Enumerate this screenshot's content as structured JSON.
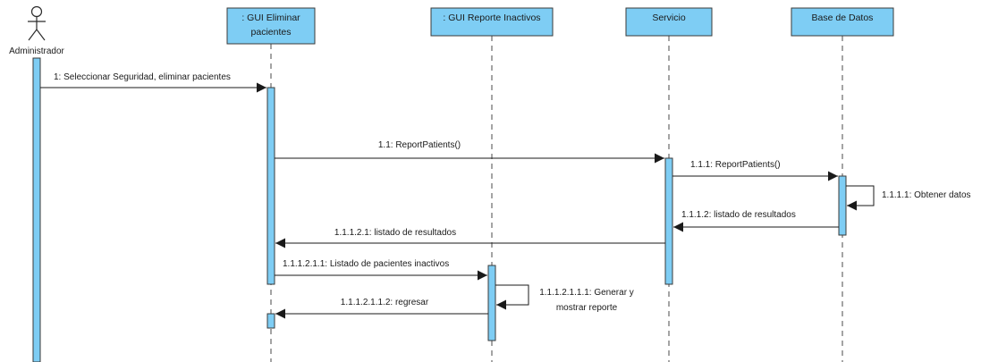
{
  "actor": {
    "name": "Administrador"
  },
  "lifelines": [
    {
      "id": "gui-eliminar",
      "lines": [
        ": GUI Eliminar",
        "pacientes"
      ]
    },
    {
      "id": "gui-reporte",
      "lines": [
        ": GUI Reporte Inactivos"
      ]
    },
    {
      "id": "servicio",
      "lines": [
        "Servicio"
      ]
    },
    {
      "id": "base-datos",
      "lines": [
        "Base de Datos"
      ]
    }
  ],
  "messages": [
    {
      "id": "m1",
      "label": "1: Seleccionar Seguridad, eliminar pacientes",
      "type": "sync"
    },
    {
      "id": "m1-1",
      "label": "1.1: ReportPatients()",
      "type": "sync"
    },
    {
      "id": "m1-1-1",
      "label": "1.1.1: ReportPatients()",
      "type": "sync"
    },
    {
      "id": "m1-1-1-1",
      "label": "1.1.1.1: Obtener datos",
      "type": "self"
    },
    {
      "id": "m1-1-1-2",
      "label": "1.1.1.2: listado de resultados",
      "type": "return"
    },
    {
      "id": "m1-1-1-2-1",
      "label": "1.1.1.2.1: listado de resultados",
      "type": "return"
    },
    {
      "id": "m1-1-1-2-1-1",
      "label": "1.1.1.2.1.1: Listado de pacientes inactivos",
      "type": "sync"
    },
    {
      "id": "m1-1-1-2-1-1-1",
      "label": [
        "1.1.1.2.1.1.1: Generar y",
        "mostrar reporte"
      ],
      "type": "self"
    },
    {
      "id": "m1-1-1-2-1-1-2",
      "label": "1.1.1.2.1.1.2: regresar",
      "type": "return"
    }
  ],
  "colors": {
    "box_fill": "#7ecdf4",
    "box_stroke": "#3a3a3a",
    "line": "#1a1a1a"
  }
}
